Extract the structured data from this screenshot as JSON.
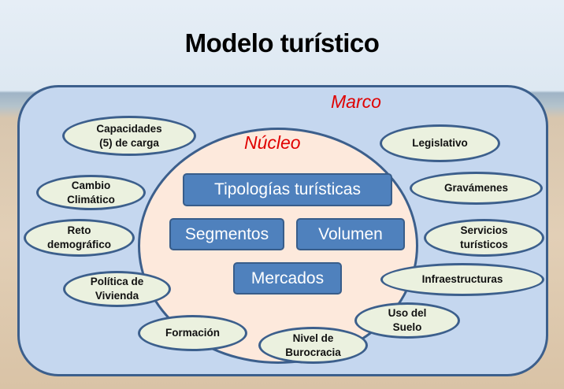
{
  "title": "Modelo turístico",
  "frame_label": "Marco",
  "core_label": "Núcleo",
  "core_boxes": [
    "Tipologías turísticas",
    "Segmentos",
    "Volumen",
    "Mercados"
  ],
  "factors": [
    "Capacidades\n(5) de carga",
    "Cambio\nClimático",
    "Reto\ndemográfico",
    "Política de\nVivienda",
    "Formación",
    "Nivel de\nBurocracia",
    "Uso del\nSuelo",
    "Infraestructuras",
    "Servicios\nturísticos",
    "Gravámenes",
    "Legislativo"
  ],
  "colors": {
    "frame": "#c5d7ef",
    "core": "#fde9dc",
    "box": "#4f81bd",
    "oval": "#ebf1df",
    "label": "#e00000"
  }
}
